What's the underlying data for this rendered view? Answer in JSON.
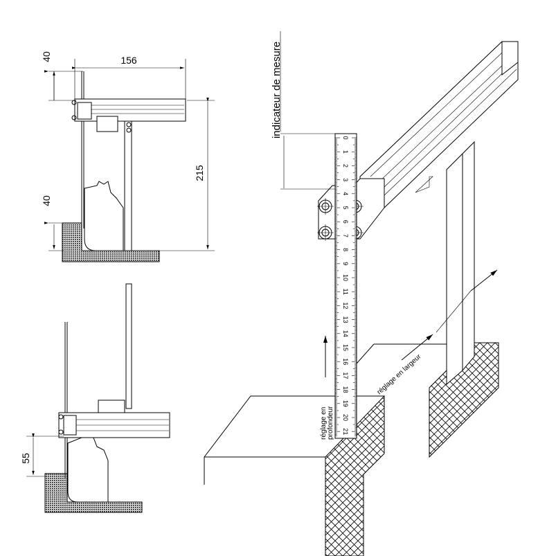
{
  "dimensions": {
    "top_view_height_upper": "40",
    "top_view_width": "156",
    "top_view_height_lower": "40",
    "top_view_total_height": "215",
    "bottom_view_offset": "55"
  },
  "labels": {
    "measure_indicator": "indicateur de mesure",
    "depth_adjust_line1": "réglage en",
    "depth_adjust_line2": "profondeur",
    "width_adjust": "réglage en largeur"
  },
  "ruler": {
    "numbers": [
      "0",
      "1",
      "2",
      "3",
      "4",
      "5",
      "6",
      "7",
      "8",
      "9",
      "10",
      "11",
      "12",
      "13",
      "14",
      "15",
      "16",
      "17",
      "18",
      "19",
      "20",
      "21"
    ]
  }
}
